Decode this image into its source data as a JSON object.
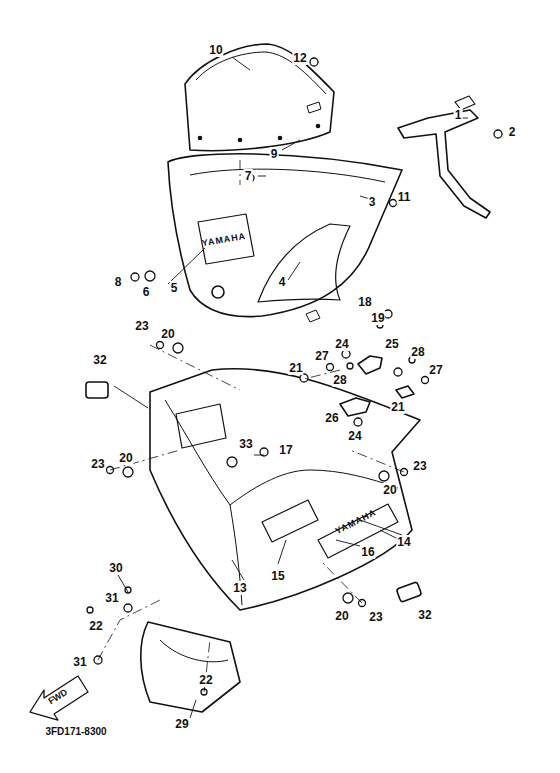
{
  "diagram": {
    "labels": [
      "10",
      "12",
      "1",
      "2",
      "9",
      "7",
      "11",
      "3",
      "4",
      "8",
      "6",
      "5",
      "18",
      "19",
      "23",
      "20",
      "32",
      "27",
      "24",
      "25",
      "28",
      "27",
      "21",
      "28",
      "26",
      "21",
      "24",
      "33",
      "17",
      "23",
      "20",
      "20",
      "23",
      "14",
      "16",
      "15",
      "13",
      "30",
      "31",
      "22",
      "32",
      "20",
      "23",
      "31",
      "29",
      "22",
      "FWD",
      "3FD171-8300",
      "YAMAHA",
      "YAMAHA"
    ]
  }
}
